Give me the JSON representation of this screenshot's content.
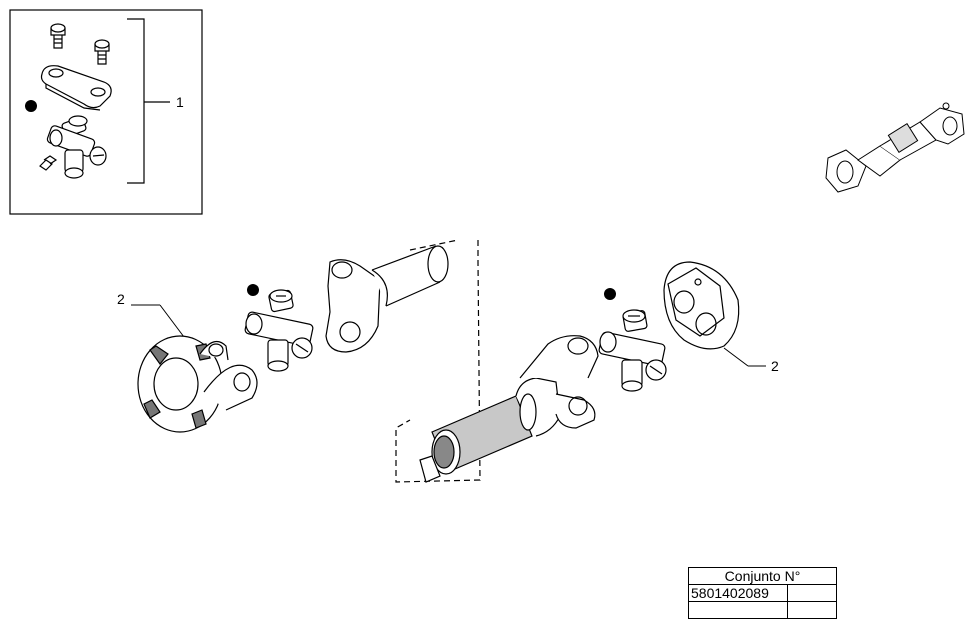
{
  "callouts": {
    "kit": "1",
    "flange_left": "2",
    "flange_right": "2"
  },
  "table": {
    "header": "Conjunto N°",
    "rows": [
      [
        "5801402089",
        ""
      ],
      [
        "",
        ""
      ]
    ]
  },
  "colors": {
    "line": "#000000",
    "shade": "#bdbdbd",
    "dark": "#555555",
    "background": "#ffffff"
  }
}
